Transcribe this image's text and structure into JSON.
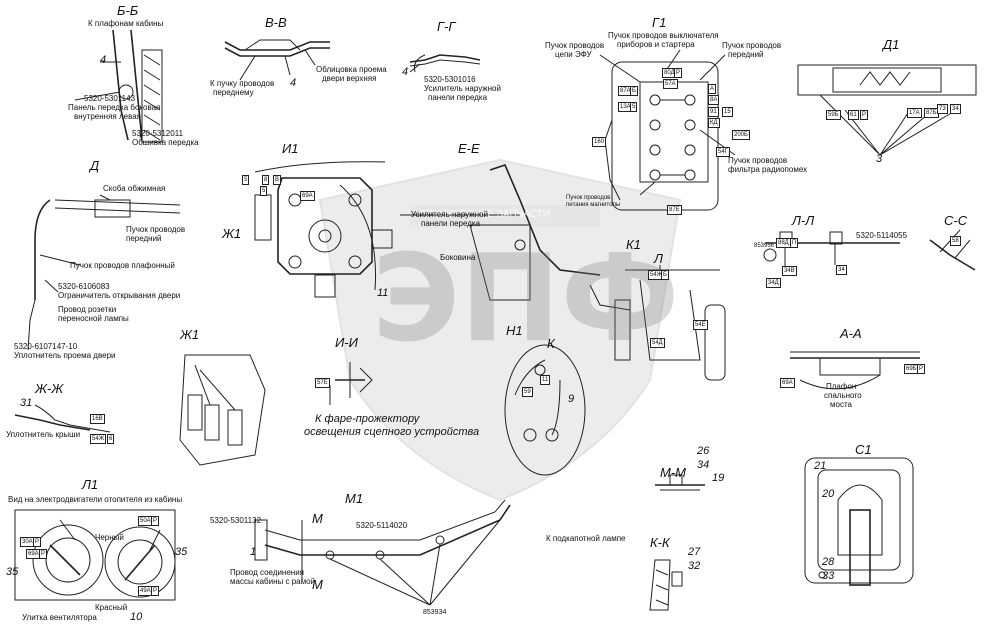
{
  "watermark": {
    "brand_text": "ЭПФ",
    "banner_text": "ТЕХНИЧЕСКИЕ ЗАПЧАСТИ"
  },
  "section_titles": {
    "bb": "Б-Б",
    "vv": "В-В",
    "gg": "Г-Г",
    "g1": "Г1",
    "d1": "Д1",
    "d": "Д",
    "i1": "И1",
    "ee": "Е-Е",
    "zh1_arrow": "Ж1",
    "k1": "К1",
    "ll": "Л-Л",
    "ss": "С-С",
    "l_arrow": "Л",
    "zh1": "Ж1",
    "ii": "И-И",
    "n1": "Н1",
    "k_arrow": "К",
    "aa": "А-А",
    "zhzh": "Ж-Ж",
    "l1": "Л1",
    "m1": "М1",
    "mm": "М-М",
    "c1": "С1",
    "kk": "К-К",
    "m_arrow1": "М",
    "m_arrow2": "М"
  },
  "labels": {
    "bb_cabin": "К плафонам кабины",
    "bb_part1": "5320-5301143",
    "bb_part1_desc1": "Панель передка боковая",
    "bb_part1_desc2": "внутренняя левая",
    "bb_part2": "5320-5312011",
    "bb_part2_desc": "Обшивка передка",
    "vv_front": "К пучку проводов",
    "vv_front2": "переднему",
    "vv_door1": "Облицовка проема",
    "vv_door2": "двери верхняя",
    "gg_part": "5320-5301016",
    "gg_desc1": "Усилитель наружной",
    "gg_desc2": "панели передка",
    "g1_switch1": "Пучок проводов выключателя",
    "g1_switch2": "приборов и стартера",
    "g1_efu1": "Пучок проводов",
    "g1_efu2": "цепи ЭФУ",
    "g1_front1": "Пучок проводов",
    "g1_front2": "передний",
    "g1_filter1": "Пучок проводов",
    "g1_filter2": "фильтра радиопомех",
    "g1_magnet1": "Пучок проводов",
    "g1_magnet2": "питания магнитолы",
    "d_clamp": "Скоба обжимная",
    "d_front1": "Пучок проводов",
    "d_front2": "передний",
    "d_ceiling": "Пучок проводов плафонный",
    "d_limiter_part": "5320-6106083",
    "d_limiter": "Ограничитель открывания двери",
    "d_socket1": "Провод розетки",
    "d_socket2": "переносной лампы",
    "d_seal_part": "5320-6107147-10",
    "d_seal": "Уплотнитель проема двери",
    "ee_reinf1": "Усилитель наружной",
    "ee_reinf2": "панели передка",
    "ee_side": "Боковина",
    "ll_part": "5320-5114055",
    "ll_num": "853956",
    "ii_head1": "К фаре-прожектору",
    "ii_head2": "освещения сцепного устройства",
    "aa_lamp1": "Плафон",
    "aa_lamp2": "спального",
    "aa_lamp3": "моста",
    "zhzh_roof": "Уплотнитель крыши",
    "l1_view": "Вид на электродвигатели отопителя из кабины",
    "l1_black": "Черный",
    "l1_red": "Красный",
    "l1_fan": "Улитка вентилятора",
    "m1_part1": "5320-5301132",
    "m1_part2": "5320-5114020",
    "m1_ground1": "Провод соединения",
    "m1_ground2": "массы кабины с рамой",
    "m1_lamp": "К подкапотной лампе",
    "m1_num": "853934"
  },
  "numbers": {
    "bb_4": "4",
    "vv_4": "4",
    "gg_4": "4",
    "d1_3": "3",
    "i1_11": "11",
    "k1_9": "9",
    "zhzh_31": "31",
    "l1_35a": "35",
    "l1_35b": "35",
    "l1_10": "10",
    "m1_1": "1",
    "mm_26": "26",
    "mm_34": "34",
    "mm_19": "19",
    "c1_21": "21",
    "c1_20": "20",
    "c1_28": "28",
    "c1_33": "33",
    "kk_27": "27",
    "kk_32": "32"
  },
  "tags": [
    "80Д",
    "Р",
    "87А",
    "Б",
    "13А",
    "5",
    "А",
    "8А",
    "57А",
    "91",
    "15",
    "КД",
    "200Б",
    "160",
    "54Г",
    "87Е",
    "59Б",
    "61",
    "Р",
    "17А",
    "87Б",
    "73",
    "34",
    "34В",
    "34Д",
    "34",
    "54Е",
    "54Д",
    "69А",
    "58",
    "59",
    "11",
    "69А",
    "5",
    "8",
    "В",
    "5",
    "30А",
    "Р",
    "69А",
    "Р",
    "50А",
    "Р",
    "49А",
    "Р",
    "54Ж",
    "6",
    "16В",
    "57Е",
    "54Ж",
    "Б",
    "88Д",
    "П",
    "69Б",
    "Р"
  ]
}
